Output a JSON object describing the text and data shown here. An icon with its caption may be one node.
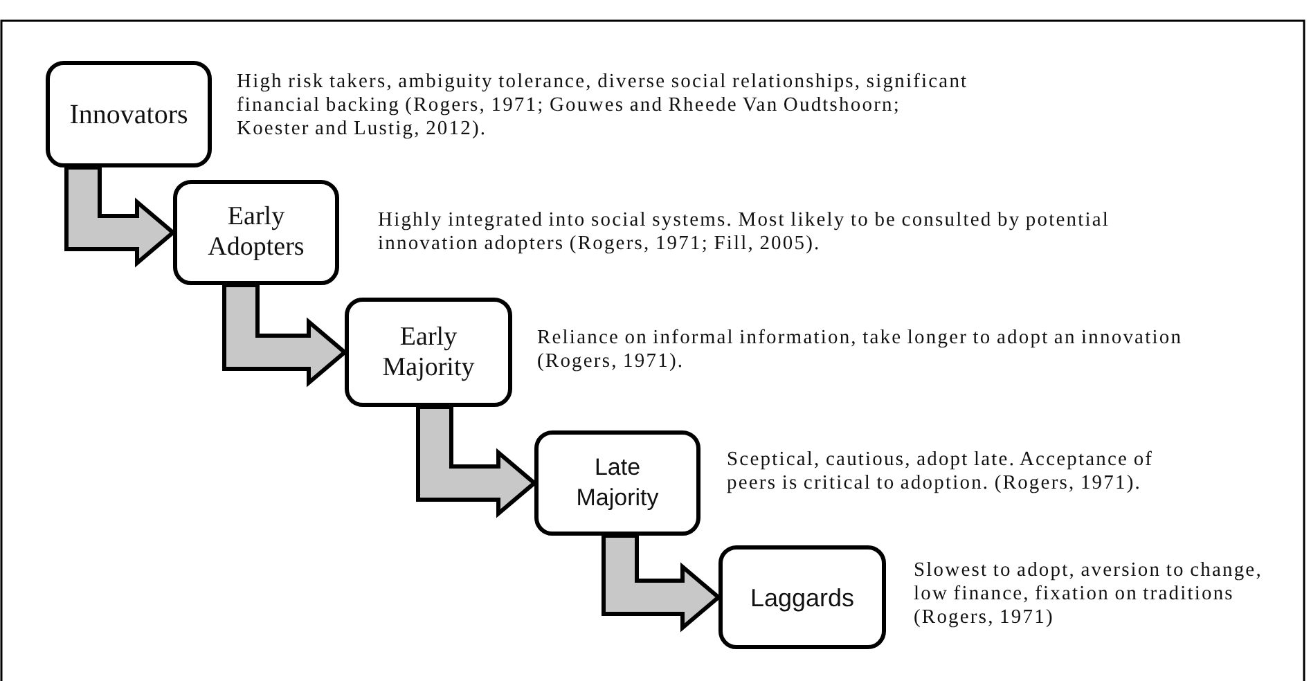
{
  "diagram": {
    "nodes": [
      {
        "text": [
          "Innovators"
        ],
        "beside": [
          "High risk takers, ambiguity tolerance, diverse social relationships, significant financial backing (Rogers, 1971; Gouwes and Rheede Van Oudtshoorn; Koester and Lustig, 2012)."
        ]
      },
      {
        "text": [
          "Early Adopters"
        ],
        "beside": [
          "Highly integrated into social systems. Most likely to be consulted by potential innovation adopters (Rogers, 1971; Fill, 2005)."
        ]
      },
      {
        "text": [
          "Early Majority"
        ],
        "beside": [
          "Reliance on informal information, take longer to adopt an innovation (Rogers, 1971)."
        ]
      },
      {
        "text": [
          "Late Majority"
        ],
        "beside": [
          "Sceptical, cautious, adopt late. Acceptance of peers is critical to adoption. (Rogers, 1971)."
        ]
      },
      {
        "text": [
          "Laggards"
        ],
        "beside": [
          "Slowest to adopt, aversion to change, low finance, fixation on traditions (Rogers, 1971)"
        ]
      }
    ],
    "edges": [
      {
        "from": 0,
        "to": 1,
        "arrow": "to"
      },
      {
        "from": 1,
        "to": 2,
        "arrow": "to"
      },
      {
        "from": 2,
        "to": 3,
        "arrow": "to"
      },
      {
        "from": 3,
        "to": 4,
        "arrow": "to"
      }
    ]
  }
}
